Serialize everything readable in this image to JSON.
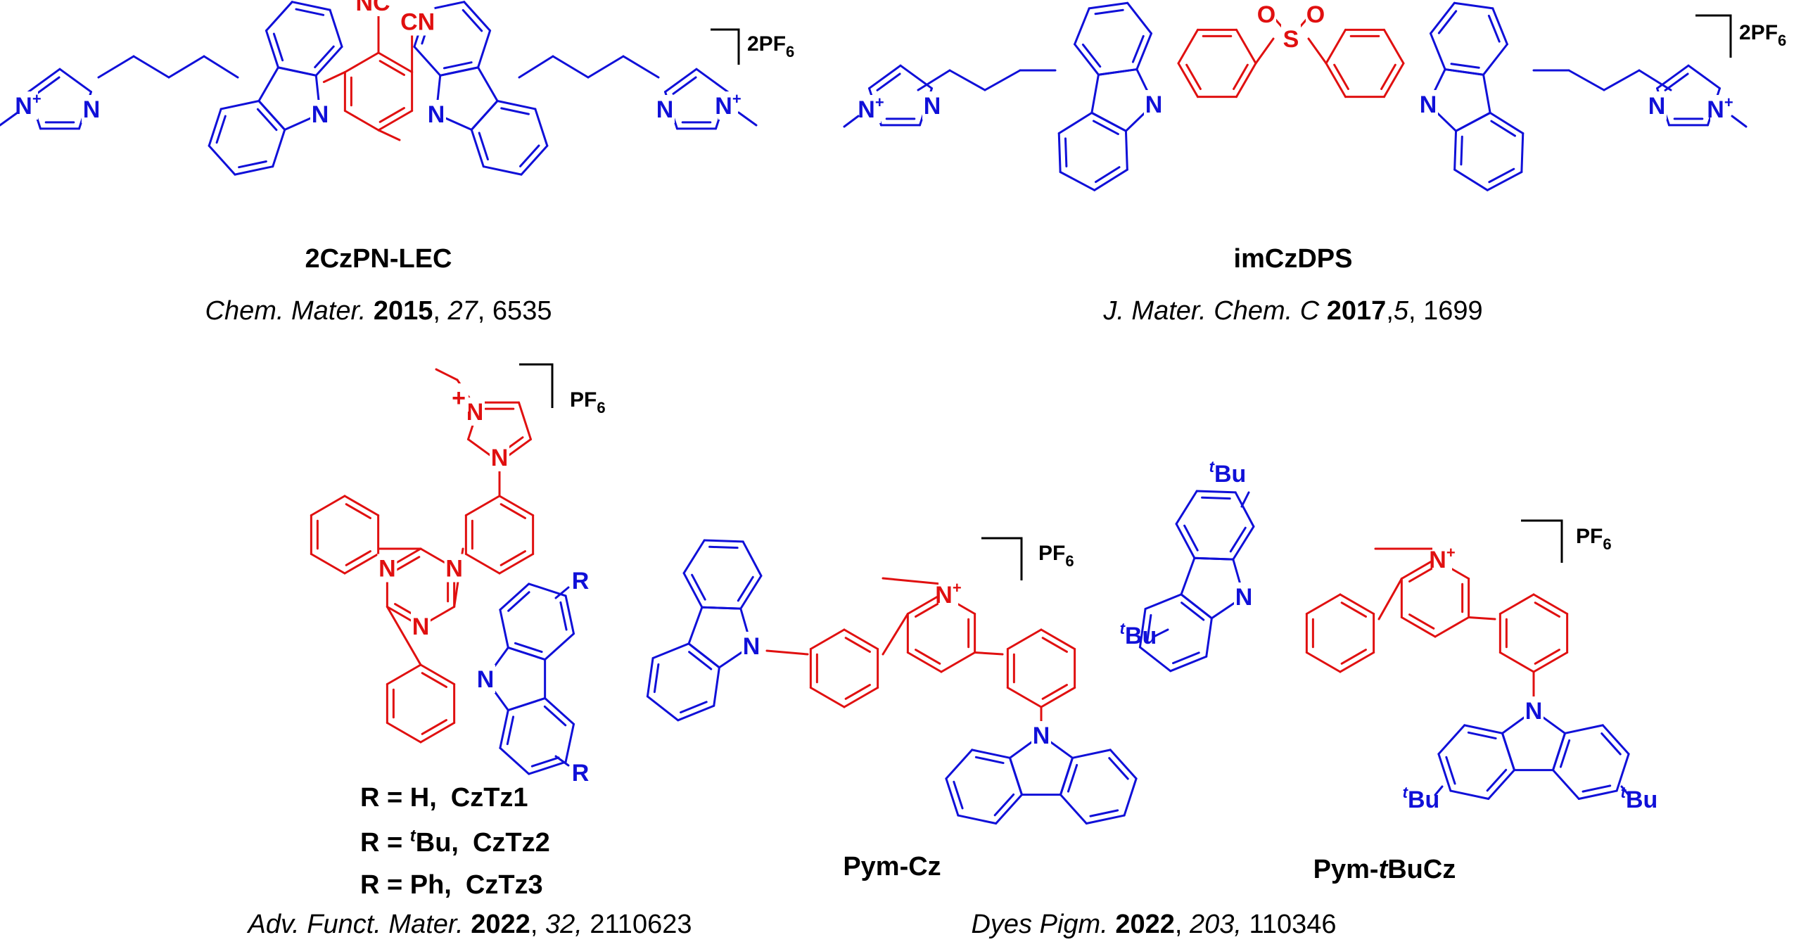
{
  "colors": {
    "donor": "#1010d8",
    "acceptor": "#e01010",
    "text": "#000000"
  },
  "compounds": [
    {
      "name": "2CzPN-LEC",
      "counterion": "2PF6",
      "reference": {
        "journal": "Chem. Mater.",
        "year": "2015",
        "volume": "27",
        "page": "6535"
      }
    },
    {
      "name": "imCzDPS",
      "counterion": "2PF6",
      "reference": {
        "journal": "J. Mater. Chem. C",
        "year": "2017",
        "volume": "5",
        "page": "1699"
      }
    },
    {
      "name": "CzTz",
      "counterion": "PF6",
      "variants": [
        {
          "r": "R = H,",
          "label": "CzTz1"
        },
        {
          "r": "R = tBu,",
          "label": "CzTz2"
        },
        {
          "r": "R = Ph,",
          "label": "CzTz3"
        }
      ],
      "reference": {
        "journal": "Adv. Funct. Mater.",
        "year": "2022",
        "volume": "32",
        "page": "2110623"
      }
    },
    {
      "name": "Pym-Cz",
      "counterion": "PF6"
    },
    {
      "name": "Pym-tBuCz",
      "counterion": "PF6"
    }
  ],
  "shared_reference": {
    "journal": "Dyes Pigm.",
    "year": "2022",
    "volume": "203",
    "page": "110346"
  },
  "atom_labels": {
    "N": "N",
    "Nplus": "N",
    "plus": "+",
    "S": "S",
    "O": "O",
    "NC": "NC",
    "CN": "CN",
    "R": "R",
    "Bu": "Bu",
    "t": "t"
  }
}
